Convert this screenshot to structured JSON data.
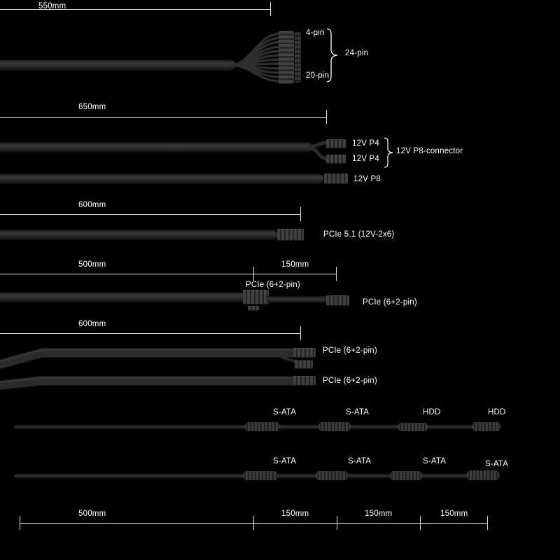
{
  "rows": {
    "atx": {
      "measurement": "550mm",
      "connector_top": "4-pin",
      "connector_bottom": "20-pin",
      "group_label": "24-pin"
    },
    "cpu": {
      "measurement": "650mm",
      "p4_top": "12V P4",
      "p4_bottom": "12V P4",
      "group_label": "12V P8-connector",
      "p8": "12V P8"
    },
    "pcie51": {
      "measurement": "600mm",
      "connector": "PCIe 5.1 (12V-2x6)"
    },
    "pcie_chain1": {
      "measurement_main": "500mm",
      "measurement_ext": "150mm",
      "connector_mid": "PCIe (6+2-pin)",
      "connector_end": "PCIe (6+2-pin)"
    },
    "pcie_pair": {
      "measurement": "600mm",
      "connector_top": "PCIe (6+2-pin)",
      "connector_bottom": "PCIe (6+2-pin)"
    },
    "peripheral1": {
      "labels": [
        "S-ATA",
        "S-ATA",
        "HDD",
        "HDD"
      ]
    },
    "peripheral2": {
      "labels": [
        "S-ATA",
        "S-ATA",
        "S-ATA",
        "S-ATA"
      ]
    },
    "bottom": {
      "measurement_main": "500mm",
      "segments": [
        "150mm",
        "150mm",
        "150mm"
      ]
    }
  },
  "colors": {
    "background": "#000000",
    "text": "#ffffff",
    "measure_line": "#dcdcdc",
    "cable_dark": "#101010",
    "cable_mid": "#2e2e2e",
    "connector": "#3a3a3a"
  }
}
